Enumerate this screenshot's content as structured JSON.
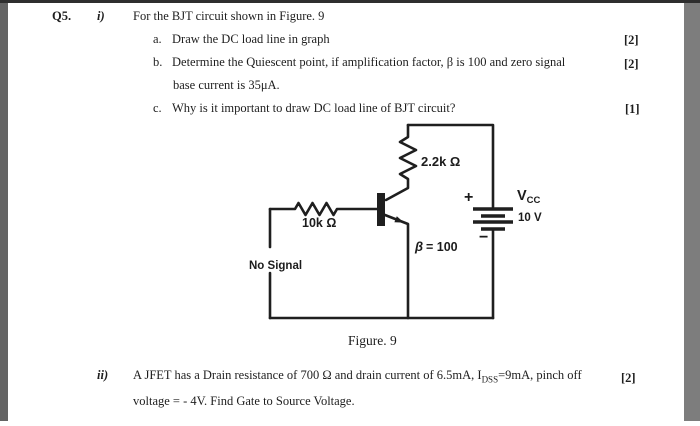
{
  "page": {
    "question_no": "Q5.",
    "part_i": {
      "numeral": "i)",
      "intro": "For the BJT circuit shown in Figure. 9",
      "items": [
        {
          "marker": "a.",
          "text": "Draw the DC load line in graph",
          "marks": "[2]"
        },
        {
          "marker": "b.",
          "text": "Determine the Quiescent point, if amplification factor, β is 100 and zero signal",
          "text2": "base current is 35μA.",
          "marks": "[2]"
        },
        {
          "marker": "c.",
          "text": "Why is it important to draw DC load line of BJT circuit?",
          "marks": "[1]"
        }
      ]
    },
    "figure": {
      "caption": "Figure. 9",
      "labels": {
        "rc": "2.2k Ω",
        "rb": "10k Ω",
        "beta_symbol": "β",
        "beta_value": "= 100",
        "no_signal": "No Signal",
        "vcc_main": "V",
        "vcc_sub": "CC",
        "vcc_value": "10 V",
        "plus": "+",
        "minus": "−"
      }
    },
    "part_ii": {
      "numeral": "ii)",
      "line1_pre": "A JFET has a Drain resistance of 700 Ω and drain current of 6.5mA, I",
      "line1_sub": "DSS",
      "line1_post": "=9mA, pinch off",
      "marks": "[2]",
      "line2": "voltage = - 4V. Find Gate to Source Voltage."
    },
    "colors": {
      "ink": "#1e1e1e",
      "left_bar": "#646464",
      "right_bar": "#7d7d7d",
      "top_strip": "#2e2e2e"
    }
  }
}
